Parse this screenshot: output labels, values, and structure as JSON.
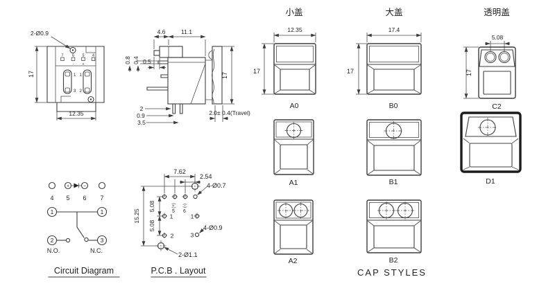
{
  "front_view": {
    "callout": "2-Ø0.9",
    "dim_height": "17",
    "dim_width": "12.35",
    "pin_labels": [
      "7",
      "6",
      "5",
      "4"
    ],
    "mark_plus": "+",
    "mark_minus": "-",
    "slot_labels": [
      "1",
      "3",
      "1",
      "2"
    ]
  },
  "side_view": {
    "dim_nub": "4.6",
    "dim_body": "11.1",
    "dim_pin_a": "0.8",
    "dim_pin_b": "0.4",
    "dim_pin_c": "0.5",
    "dim_height": "17",
    "dim_bottom_a": "2",
    "dim_bottom_b": "0.9",
    "dim_bottom_c": "3.5",
    "travel": "2.0± 0.4(Travel)"
  },
  "circuit": {
    "title": "Circuit Diagram",
    "terminal_labels": [
      "4",
      "5",
      "6",
      "7"
    ],
    "polarity_plus": "+",
    "polarity_minus": "−",
    "pole_left": "1",
    "pole_right": "1",
    "no_terminal": "2",
    "nc_terminal": "3",
    "no_label": "N.O.",
    "nc_label": "N.C."
  },
  "pcb": {
    "title": "P.C.B . Layout",
    "dim_pitch_x": "7.62",
    "dim_pitch_x2": "2.54",
    "dim_height": "15.25",
    "dim_row_pitch_a": "5.08",
    "dim_row_pitch_b": "5.08",
    "callout_small_holes": "4-Ø0.7",
    "callout_mid_holes": "4-Ø0.9",
    "callout_large_holes": "2-Ø1.1",
    "pad5": "5",
    "pad5_polarity": "(+)",
    "pad6": "6",
    "pad6_polarity": "(-)",
    "pad1_left": "1",
    "pad1_right": "1",
    "pad2": "2",
    "pad3": "3"
  },
  "caps": {
    "section_title": "CAP STYLES",
    "small": {
      "header": "小盖",
      "dim_width": "12.35",
      "dim_height": "17"
    },
    "large": {
      "header": "大盖",
      "dim_width": "17.4",
      "dim_height": "17"
    },
    "clear": {
      "header": "透明盖",
      "dim_pitch": "5.08",
      "dim_height": "17"
    },
    "labels": [
      "A0",
      "B0",
      "C2",
      "A1",
      "B1",
      "D1",
      "A2",
      "B2"
    ]
  }
}
